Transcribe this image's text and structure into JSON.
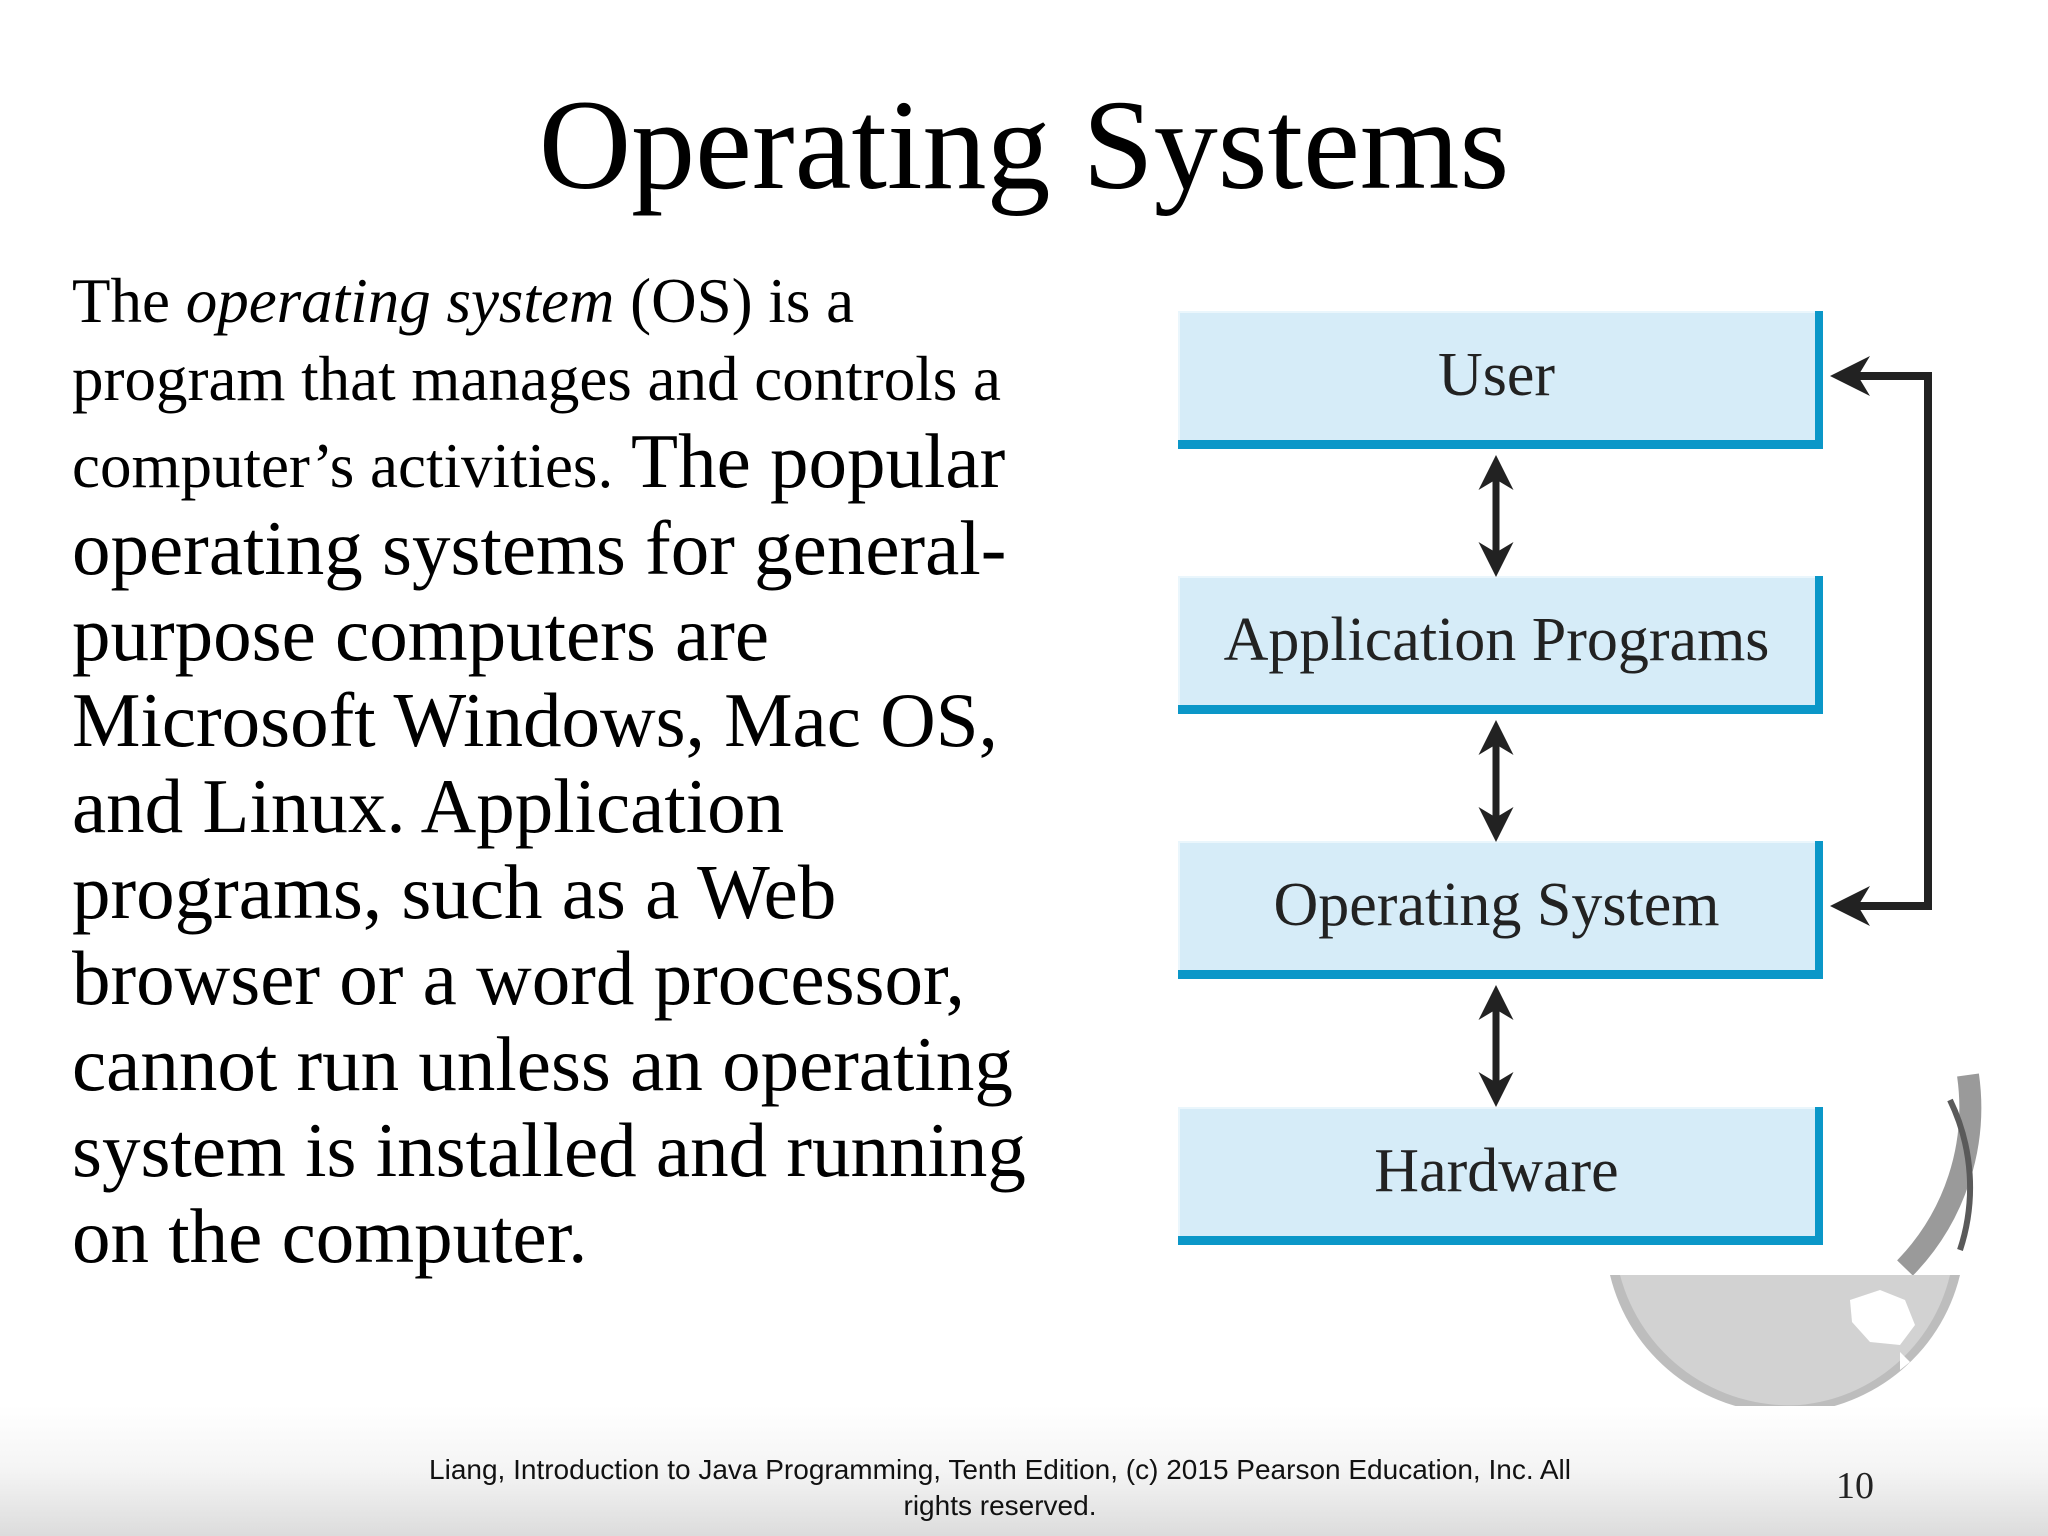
{
  "slide": {
    "title": "Operating Systems",
    "body": {
      "p1_before": "The ",
      "p1_italic": "operating system",
      "p1_after": " (OS) is a program that manages and controls a computer’s activities.",
      "p2": " The popular operating systems for general-purpose computers are Microsoft Windows, Mac OS, and Linux. Application programs, such as a Web browser or a word processor, cannot run unless an operating system is installed and running on the computer."
    }
  },
  "diagram": {
    "layers": [
      "User",
      "Application Programs",
      "Operating System",
      "Hardware"
    ],
    "colors": {
      "box_fill": "#d6ecf8",
      "box_edge": "#0b97c8",
      "arrow": "#222222"
    }
  },
  "footer": {
    "citation": "Liang, Introduction to Java Programming, Tenth Edition, (c) 2015 Pearson Education, Inc. All rights reserved.",
    "page_number": "10"
  }
}
